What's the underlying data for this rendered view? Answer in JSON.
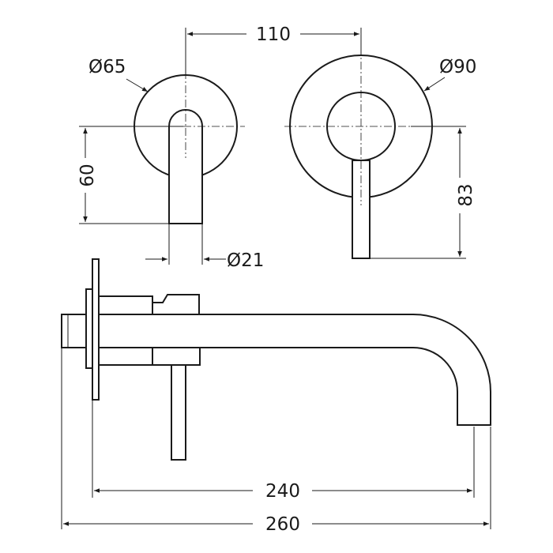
{
  "dimensions": {
    "spout_spacing": "110",
    "spout_plate_diameter": "Ø65",
    "mixer_plate_diameter": "Ø90",
    "spout_height": "60",
    "handle_height": "83",
    "spout_diameter": "Ø21",
    "wall_to_outlet": "240",
    "overall_length": "260"
  },
  "colors": {
    "line": "#1a1a1a",
    "background": "#ffffff"
  }
}
